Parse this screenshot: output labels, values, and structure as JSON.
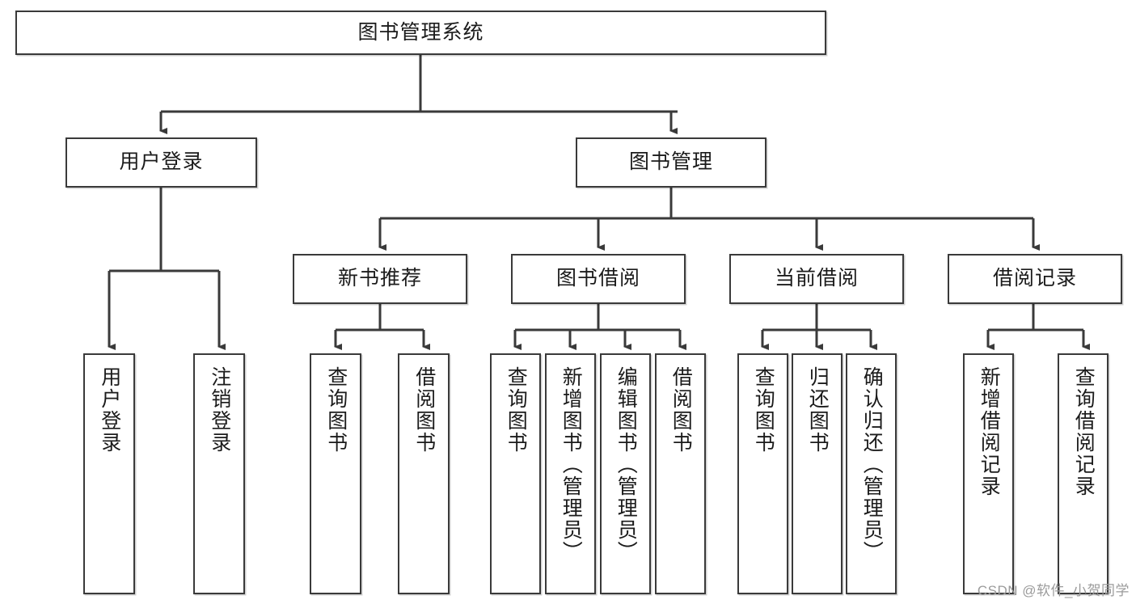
{
  "diagram": {
    "type": "hierarchy-tree",
    "orientation": "top-down",
    "watermark": "CSDN @软件_小贺同学",
    "colors": {
      "box_border": "#3a3a3a",
      "box_fill": "#ffffff",
      "connector": "#3a3a3a",
      "text": "#1b1b1b",
      "watermark": "#9b9b9b"
    },
    "root": {
      "label": "图书管理系统"
    },
    "level2": [
      {
        "label": "用户登录"
      },
      {
        "label": "图书管理"
      }
    ],
    "level3": [
      {
        "label": "新书推荐"
      },
      {
        "label": "图书借阅"
      },
      {
        "label": "当前借阅"
      },
      {
        "label": "借阅记录"
      }
    ],
    "leaves": {
      "user_login": [
        {
          "label": "用户登录"
        },
        {
          "label": "注销登录"
        }
      ],
      "new_book_recommend": [
        {
          "label": "查询图书"
        },
        {
          "label": "借阅图书"
        }
      ],
      "book_borrow": [
        {
          "label": "查询图书"
        },
        {
          "label": "新增图书（管理员）"
        },
        {
          "label": "编辑图书（管理员）"
        },
        {
          "label": "借阅图书"
        }
      ],
      "current_borrow": [
        {
          "label": "查询图书"
        },
        {
          "label": "归还图书"
        },
        {
          "label": "确认归还（管理员）"
        }
      ],
      "borrow_record": [
        {
          "label": "新增借阅记录"
        },
        {
          "label": "查询借阅记录"
        }
      ]
    }
  }
}
